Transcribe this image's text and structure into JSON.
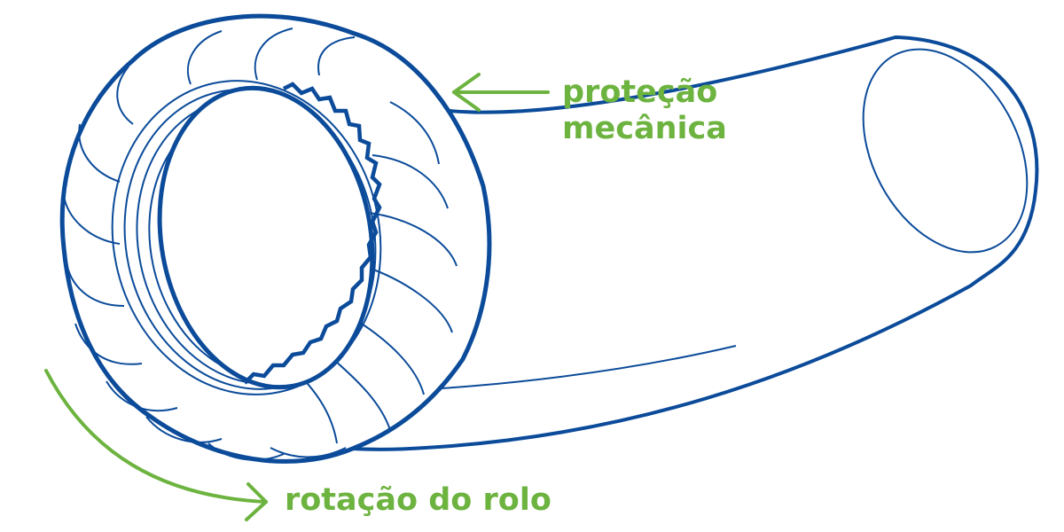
{
  "labels": {
    "mechanical_line1": "proteção",
    "mechanical_line2": "mecânica",
    "rotation": "rotação do rolo"
  },
  "colors": {
    "outline": "#0b4b9a",
    "accent": "#6db33f",
    "background": "#ffffff"
  }
}
